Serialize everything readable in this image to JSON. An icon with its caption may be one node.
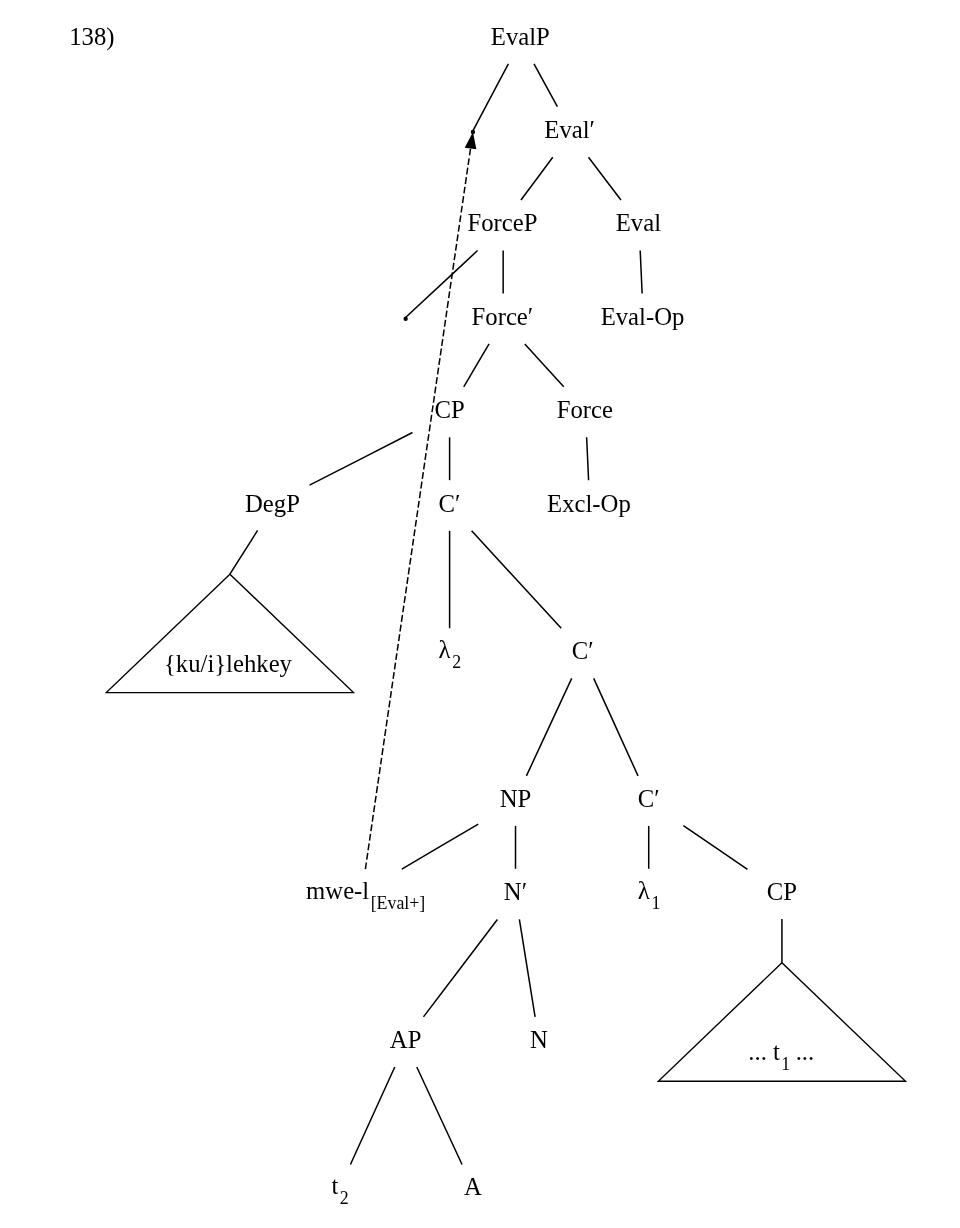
{
  "diagram": {
    "nodes": [
      {
        "text": [
          "EvalP"
        ]
      },
      {
        "text": [],
        "shape": "point"
      },
      {
        "text": [
          "Eval′"
        ]
      },
      {
        "text": [
          "ForceP"
        ]
      },
      {
        "text": [
          "Eval"
        ]
      },
      {
        "text": [],
        "shape": "point"
      },
      {
        "text": [
          "Force′"
        ]
      },
      {
        "text": [
          "Eval-Op"
        ]
      },
      {
        "text": [
          "CP"
        ]
      },
      {
        "text": [
          "Force"
        ]
      },
      {
        "text": [
          "DegP"
        ]
      },
      {
        "text": [
          "C′"
        ]
      },
      {
        "text": [
          "Excl-Op"
        ]
      },
      {
        "text": [
          "{ku/i}lehkey"
        ]
      },
      {
        "text": [
          "λ$_{2}$"
        ]
      },
      {
        "text": [
          "C′"
        ]
      },
      {
        "text": [
          "NP"
        ]
      },
      {
        "text": [
          "C′"
        ]
      },
      {
        "text": [
          "mwe-l$_{[Eval+]}$"
        ]
      },
      {
        "text": [
          "N′"
        ]
      },
      {
        "text": [
          "λ$_{1}$"
        ]
      },
      {
        "text": [
          "CP"
        ]
      },
      {
        "text": [
          "... t$_{1}$ ..."
        ]
      },
      {
        "text": [
          "AP"
        ]
      },
      {
        "text": [
          "N"
        ]
      },
      {
        "text": [
          "t$_{2}$"
        ]
      },
      {
        "text": [
          "A"
        ]
      }
    ],
    "edges": [
      {
        "from": 0,
        "to": 1,
        "arrow": "none"
      },
      {
        "from": 0,
        "to": 2,
        "arrow": "none"
      },
      {
        "from": 2,
        "to": 3,
        "arrow": "none"
      },
      {
        "from": 2,
        "to": 4,
        "arrow": "none"
      },
      {
        "from": 3,
        "to": 5,
        "arrow": "none"
      },
      {
        "from": 3,
        "to": 6,
        "arrow": "none"
      },
      {
        "from": 4,
        "to": 7,
        "arrow": "none"
      },
      {
        "from": 6,
        "to": 8,
        "arrow": "none"
      },
      {
        "from": 6,
        "to": 9,
        "arrow": "none"
      },
      {
        "from": 8,
        "to": 10,
        "arrow": "none"
      },
      {
        "from": 8,
        "to": 11,
        "arrow": "none"
      },
      {
        "from": 9,
        "to": 12,
        "arrow": "none"
      },
      {
        "from": 10,
        "to": 13,
        "arrow": "none"
      },
      {
        "from": 11,
        "to": 14,
        "arrow": "none"
      },
      {
        "from": 11,
        "to": 15,
        "arrow": "none"
      },
      {
        "from": 15,
        "to": 16,
        "arrow": "none"
      },
      {
        "from": 15,
        "to": 17,
        "arrow": "none"
      },
      {
        "from": 16,
        "to": 18,
        "arrow": "none"
      },
      {
        "from": 16,
        "to": 19,
        "arrow": "none"
      },
      {
        "from": 17,
        "to": 20,
        "arrow": "none"
      },
      {
        "from": 17,
        "to": 21,
        "arrow": "none"
      },
      {
        "from": 21,
        "to": 22,
        "arrow": "none"
      },
      {
        "from": 19,
        "to": 23,
        "arrow": "none"
      },
      {
        "from": 19,
        "to": 24,
        "arrow": "none"
      },
      {
        "from": 23,
        "to": 25,
        "arrow": "none"
      },
      {
        "from": 23,
        "to": 26,
        "arrow": "none"
      },
      {
        "from": 18,
        "to": 1,
        "arrow": "to",
        "style": "dashed"
      }
    ],
    "labels": [
      "138)"
    ]
  }
}
